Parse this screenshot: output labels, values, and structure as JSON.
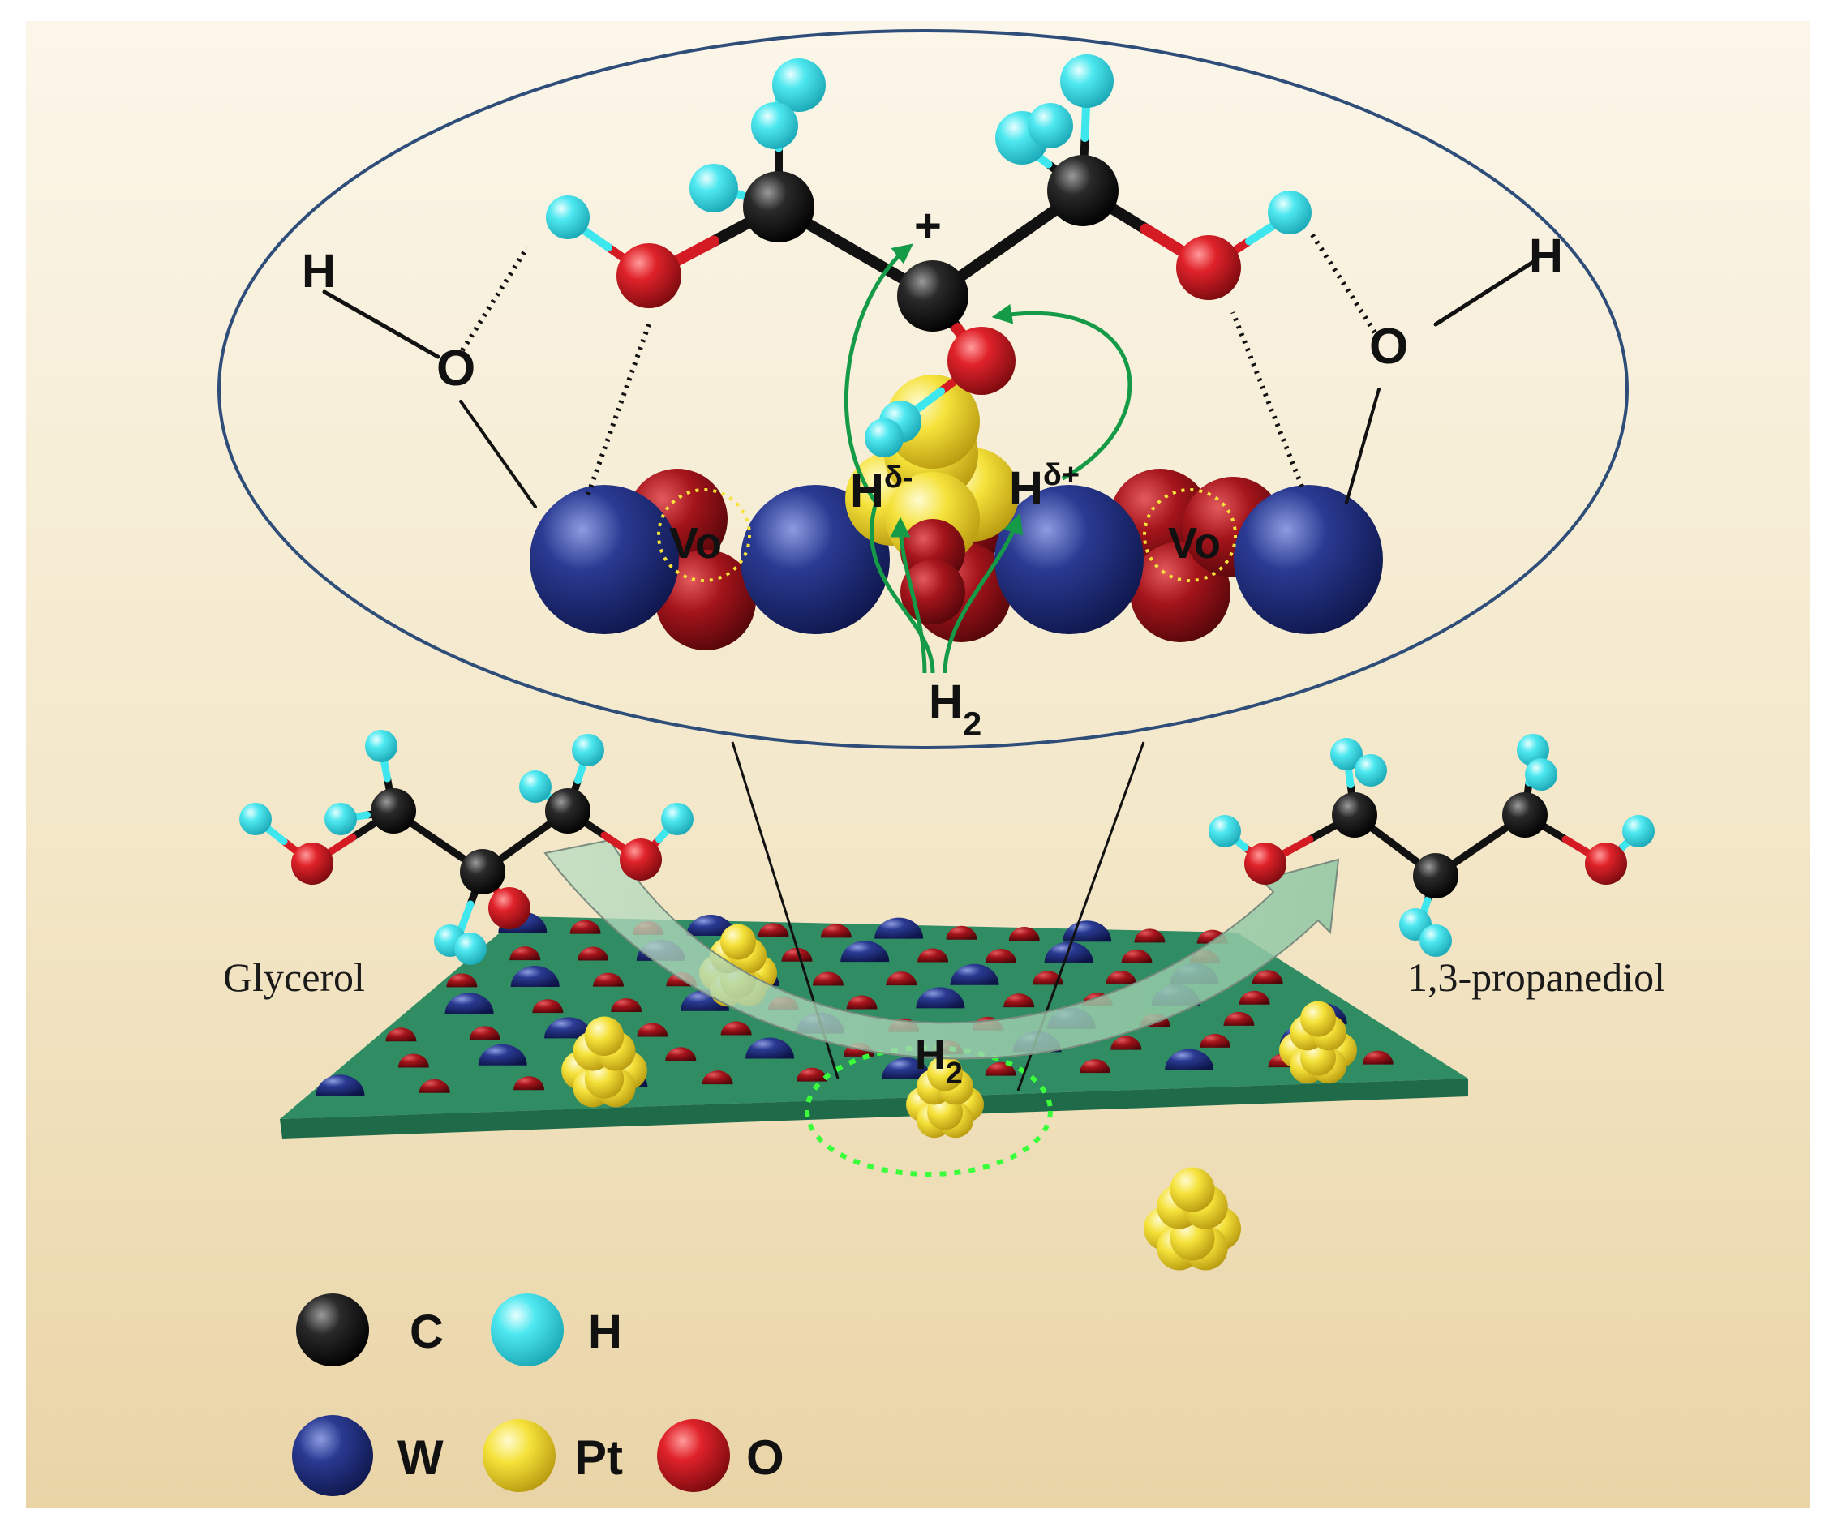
{
  "colors": {
    "carbon": "#111111",
    "hydrogen": "#3ee6ee",
    "tungsten": "#1f2d7a",
    "platinum": "#f2e13a",
    "oxygen": "#c0161b",
    "support": "#2f8c63",
    "arrow_green": "#159a48",
    "ellipse": "#2e4d79"
  },
  "zoom_view": {
    "h_left": "H",
    "o_left": "O",
    "h_right": "H",
    "o_right": "O",
    "plus": "+",
    "vo_left": "Vo",
    "vo_right": "Vo",
    "h_delta_minus": "H",
    "delta_minus": "δ-",
    "h_delta_plus": "H",
    "delta_plus": "δ+",
    "h2_main": "H",
    "h2_sub": "2"
  },
  "catalyst": {
    "h2_main": "H",
    "h2_sub": "2"
  },
  "molecules": {
    "left_label": "Glycerol",
    "right_label": "1,3-propanediol"
  },
  "legend": [
    {
      "symbol": "C",
      "icon": "carbon-atom",
      "color": "#111111"
    },
    {
      "symbol": "H",
      "icon": "hydrogen-atom",
      "color": "#3ee6ee"
    },
    {
      "symbol": "W",
      "icon": "tungsten-atom",
      "color": "#1f2d7a"
    },
    {
      "symbol": "Pt",
      "icon": "platinum-atom",
      "color": "#f2e13a"
    },
    {
      "symbol": "O",
      "icon": "oxygen-atom",
      "color": "#c0161b"
    }
  ]
}
